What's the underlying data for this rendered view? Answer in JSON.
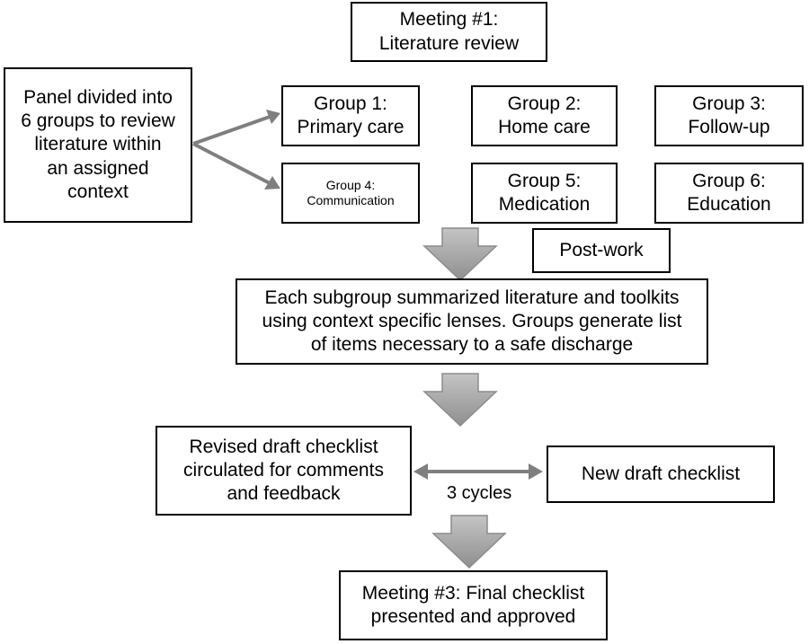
{
  "meeting1": {
    "line1": "Meeting #1:",
    "line2": "Literature review"
  },
  "panel": {
    "lines": [
      "Panel divided into",
      "6 groups to review",
      "literature within",
      "an assigned",
      "context"
    ]
  },
  "groups": [
    {
      "line1": "Group 1:",
      "line2": "Primary care"
    },
    {
      "line1": "Group 2:",
      "line2": "Home care"
    },
    {
      "line1": "Group 3:",
      "line2": "Follow-up"
    },
    {
      "line1": "Group 4:",
      "line2": "Communication"
    },
    {
      "line1": "Group 5:",
      "line2": "Medication"
    },
    {
      "line1": "Group 6:",
      "line2": "Education"
    }
  ],
  "postwork": "Post-work",
  "summary": {
    "lines": [
      "Each subgroup summarized literature and toolkits",
      "using context specific lenses.  Groups generate list",
      "of items necessary to a safe discharge"
    ]
  },
  "revised": {
    "lines": [
      "Revised draft checklist",
      "circulated for comments",
      "and feedback"
    ]
  },
  "new_draft": "New draft checklist",
  "cycles": "3 cycles",
  "meeting3": {
    "lines": [
      "Meeting #3: Final checklist",
      "presented and approved"
    ]
  },
  "colors": {
    "arrow_fill": "#a6a6a6",
    "arrow_stroke": "#8c8c8c",
    "connector": "#7f7f7f",
    "border": "#000000"
  }
}
